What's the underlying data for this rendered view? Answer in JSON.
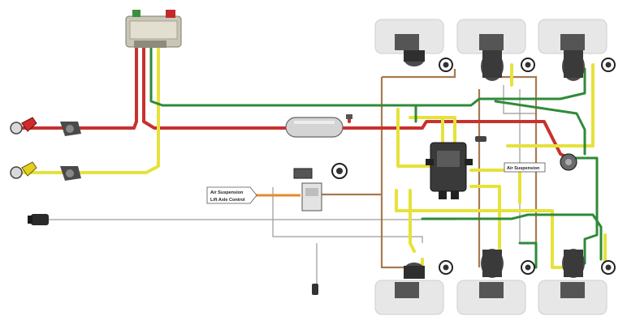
{
  "labels": {
    "air_suspension_lift_line1": "Air Suspension",
    "air_suspension_lift_line2": "Lift Axle Control",
    "air_suspension": "Air Suspension"
  },
  "colors": {
    "red_line": "#c8322d",
    "yellow_line": "#e6e23a",
    "green_line": "#2f8a3a",
    "brown_line": "#a9794f",
    "orange_line": "#e8892a",
    "gray_line": "#9a9a9a",
    "wheel_fill": "#e7e7e7",
    "component_dark": "#3a3a3a"
  }
}
